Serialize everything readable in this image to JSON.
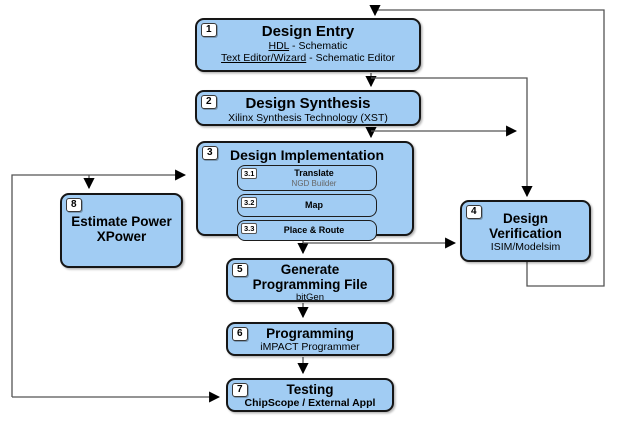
{
  "colors": {
    "node_fill": "#a1ccf3",
    "node_border": "#161616",
    "connector": "#555555",
    "arrowhead": "#000000",
    "badge_bg": "#ffffff",
    "muted_text": "#666666",
    "background": "#ffffff"
  },
  "nodes": {
    "entry": {
      "badge": "1",
      "title": "Design Entry",
      "line1_link": "HDL",
      "line1_rest": " - Schematic",
      "line2_link": "Text Editor/Wizard",
      "line2_rest": " - Schematic Editor"
    },
    "synthesis": {
      "badge": "2",
      "title": "Design Synthesis",
      "subtitle": "Xilinx Synthesis Technology (XST)"
    },
    "implementation": {
      "badge": "3",
      "title": "Design Implementation",
      "steps": [
        {
          "badge": "3.1",
          "label": "Translate",
          "sub": "NGD Builder"
        },
        {
          "badge": "3.2",
          "label": "Map",
          "sub": ""
        },
        {
          "badge": "3.3",
          "label": "Place & Route",
          "sub": ""
        }
      ]
    },
    "verification": {
      "badge": "4",
      "title_line1": "Design",
      "title_line2": "Verification",
      "subtitle": "ISIM/Modelsim"
    },
    "power": {
      "badge": "8",
      "title_line1": "Estimate Power",
      "title_line2": "XPower"
    },
    "generate": {
      "badge": "5",
      "title_line1": "Generate",
      "title_line2": "Programming File",
      "subtitle": "bitGen"
    },
    "programming": {
      "badge": "6",
      "title": "Programming",
      "subtitle": "iMPACT Programmer"
    },
    "testing": {
      "badge": "7",
      "title": "Testing",
      "subtitle": "ChipScope / External Appl"
    }
  },
  "connectors": [
    {
      "id": "entry-to-synthesis",
      "arrow_into": "Design Synthesis"
    },
    {
      "id": "synthesis-to-implementation",
      "arrow_into": "Design Implementation"
    },
    {
      "id": "top-rail-to-verification",
      "arrow_into": "Design Verification"
    },
    {
      "id": "synthesis-branch-to-rail",
      "arrow_into": "Design Verification rail"
    },
    {
      "id": "implementation-to-generate",
      "arrow_into": "Generate Programming File"
    },
    {
      "id": "implementation-to-verification",
      "arrow_into": "Design Verification"
    },
    {
      "id": "verification-feedback-to-entry",
      "arrow_into": "Design Entry"
    },
    {
      "id": "left-rail-to-implementation",
      "arrow_into": "Design Implementation"
    },
    {
      "id": "left-rail-to-power",
      "arrow_into": "Estimate Power XPower"
    },
    {
      "id": "left-rail-to-testing",
      "arrow_into": "Testing"
    },
    {
      "id": "generate-to-programming",
      "arrow_into": "Programming"
    },
    {
      "id": "programming-to-testing",
      "arrow_into": "Testing"
    }
  ]
}
